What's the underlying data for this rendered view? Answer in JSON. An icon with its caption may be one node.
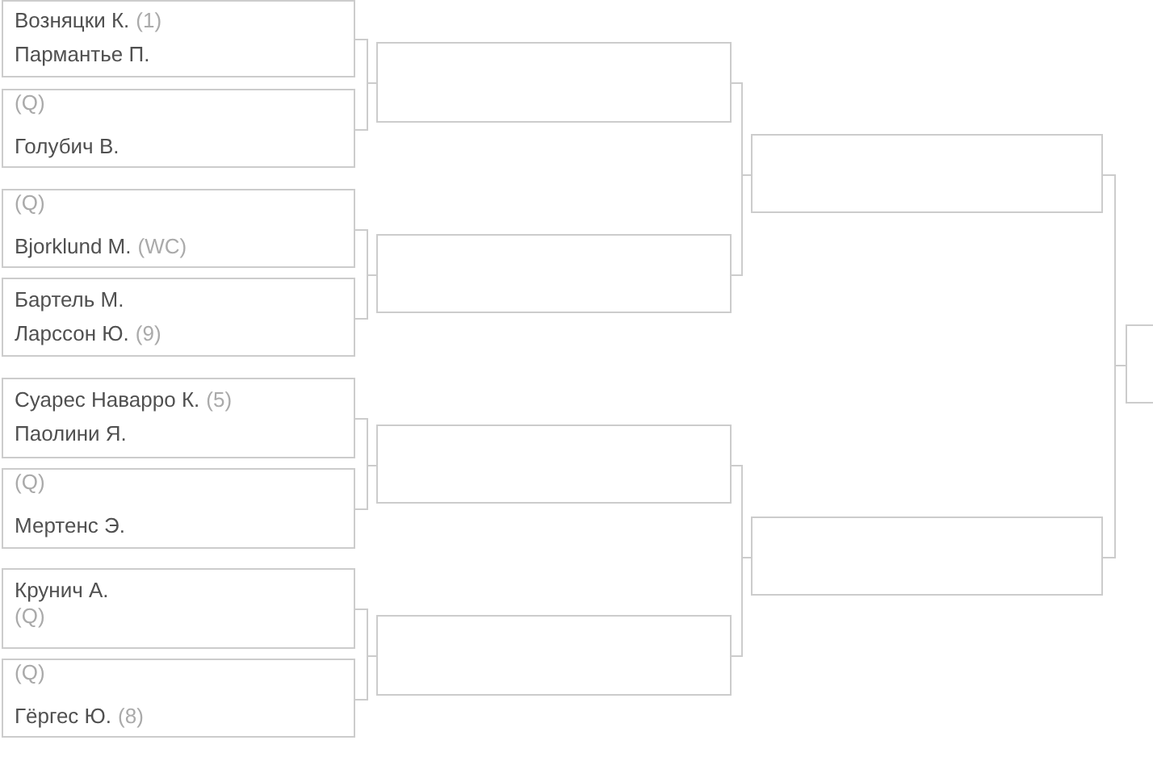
{
  "diagram": {
    "nodes": [
      {
        "text": [
          "Возняцки К.",
          "(1)",
          "Пармантье П."
        ]
      },
      {
        "text": [
          "(Q)",
          "Голубич В."
        ]
      },
      {
        "text": [
          "(Q)",
          "Bjorklund M.",
          "(WC)"
        ]
      },
      {
        "text": [
          "Бартель М.",
          "Ларссон Ю.",
          "(9)"
        ]
      },
      {
        "text": [
          "Суарес Наварро К.",
          "(5)",
          "Паолини Я."
        ]
      },
      {
        "text": [
          "(Q)",
          "Мертенс Э."
        ]
      },
      {
        "text": [
          "Крунич А.",
          "(Q)"
        ]
      },
      {
        "text": [
          "(Q)",
          "Гёргес Ю.",
          "(8)"
        ]
      },
      {
        "text": [],
        "shape": "box"
      },
      {
        "text": [],
        "shape": "box"
      },
      {
        "text": [],
        "shape": "box"
      },
      {
        "text": [],
        "shape": "box"
      },
      {
        "text": [],
        "shape": "box"
      },
      {
        "text": [],
        "shape": "box"
      },
      {
        "text": [],
        "shape": "box"
      }
    ],
    "edges": [
      {
        "from": 0,
        "to": 8,
        "arrow": "none"
      },
      {
        "from": 1,
        "to": 8,
        "arrow": "none"
      },
      {
        "from": 2,
        "to": 9,
        "arrow": "none"
      },
      {
        "from": 3,
        "to": 9,
        "arrow": "none"
      },
      {
        "from": 4,
        "to": 10,
        "arrow": "none"
      },
      {
        "from": 5,
        "to": 10,
        "arrow": "none"
      },
      {
        "from": 6,
        "to": 11,
        "arrow": "none"
      },
      {
        "from": 7,
        "to": 11,
        "arrow": "none"
      },
      {
        "from": 8,
        "to": 12,
        "arrow": "none"
      },
      {
        "from": 9,
        "to": 12,
        "arrow": "none"
      },
      {
        "from": 10,
        "to": 13,
        "arrow": "none"
      },
      {
        "from": 11,
        "to": 13,
        "arrow": "none"
      },
      {
        "from": 12,
        "to": 14,
        "arrow": "none"
      },
      {
        "from": 13,
        "to": 14,
        "arrow": "none"
      }
    ]
  }
}
